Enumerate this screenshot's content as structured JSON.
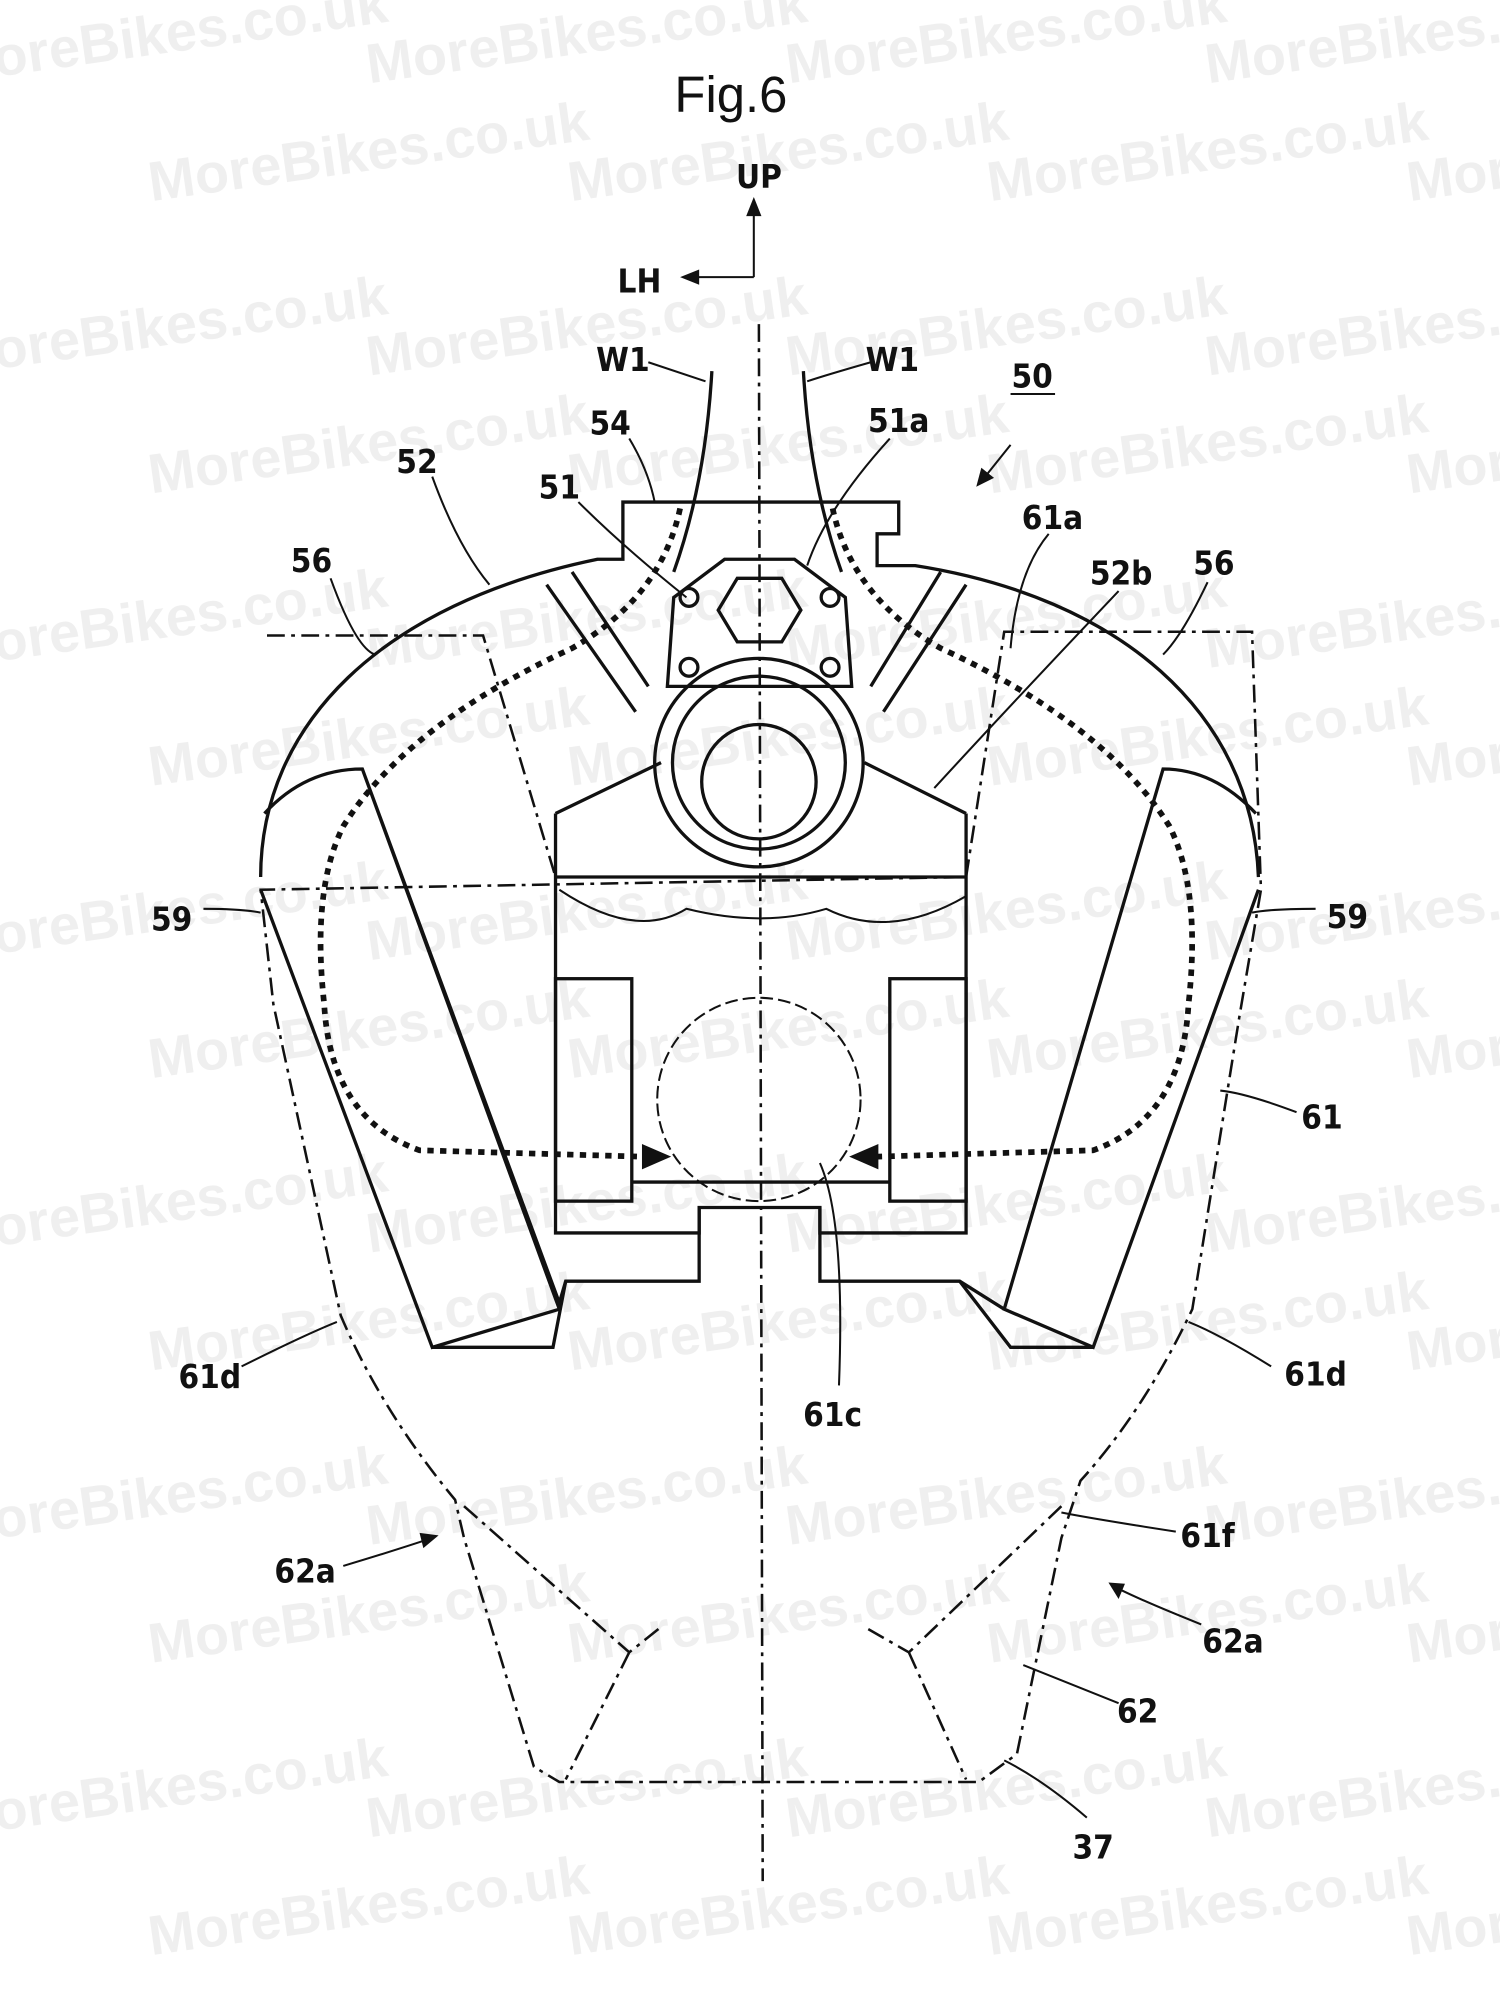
{
  "figure": {
    "title": "Fig.6",
    "axes": {
      "up": "UP",
      "left": "LH"
    },
    "reference_number": "50",
    "labels": {
      "w1_left": "W1",
      "w1_right": "W1",
      "l54": "54",
      "l51a": "51a",
      "l52": "52",
      "l51": "51",
      "l61a": "61a",
      "l52b": "52b",
      "l56_left": "56",
      "l56_right": "56",
      "l59_left": "59",
      "l59_right": "59",
      "l61": "61",
      "l61d_left": "61d",
      "l61d_right": "61d",
      "l61c": "61c",
      "l61f": "61f",
      "l62a_left": "62a",
      "l62a_right": "62a",
      "l62": "62",
      "l37": "37"
    }
  },
  "watermark": "MoreBikes.co.uk",
  "colors": {
    "line": "#111111",
    "background": "#ffffff"
  }
}
